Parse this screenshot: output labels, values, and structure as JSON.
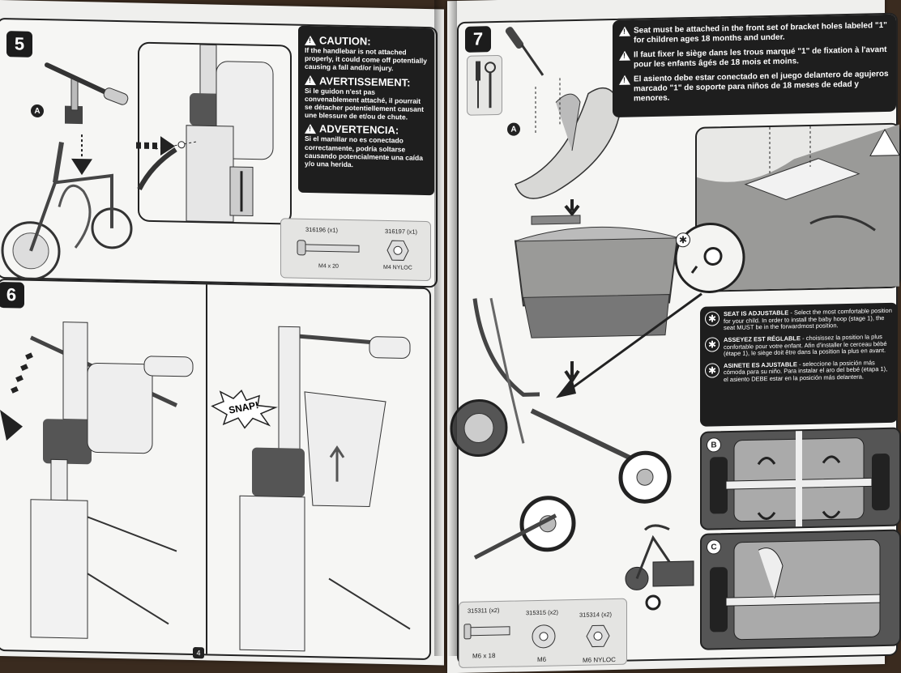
{
  "left": {
    "step5": {
      "number": "5",
      "label_a": "A",
      "caution": {
        "title": "CAUTION:",
        "body": "If the handlebar is not attached properly, it could come off potentially causing a fall and/or injury."
      },
      "avertissement": {
        "title": "AVERTISSEMENT:",
        "body": "Si le guidon n'est pas convenablement attaché, il pourrait se détacher potentiellement causant une blessure de et/ou de chute."
      },
      "advertencia": {
        "title": "ADVERTENCIA:",
        "body": "Si el manillar no es conectado correctamente, podría soltarse causando potencialmente una caída y/o una herida."
      },
      "parts": [
        {
          "code": "316196 (x1)",
          "name": "M4 x 20"
        },
        {
          "code": "316197 (x1)",
          "name": "M4 NYLOC"
        }
      ]
    },
    "step6": {
      "number": "6",
      "snap": "SNAP!"
    },
    "page_number": "4"
  },
  "right": {
    "step7": {
      "number": "7",
      "label_a": "A",
      "warnings": [
        "Seat must be attached in the front set of bracket holes labeled \"1\" for children ages 18 months and under.",
        "Il faut fixer le siège dans les trous marqué \"1\" de fixation à l'avant pour les enfants âgés de 18 mois et moins.",
        "El asiento debe estar conectado en el juego delantero de agujeros marcado \"1\" de soporte para niños de 18 meses de edad y menores."
      ],
      "adjustable": [
        {
          "title": "SEAT IS ADJUSTABLE",
          "body": "- Select the most comfortable position for your child. In order to install the baby hoop (stage 1), the seat MUST be in the forwardmost position."
        },
        {
          "title": "ASSEYEZ EST RÉGLABLE",
          "body": "- choisissez la position la plus confortable pour votre enfant. Afin d'installer le cerceau bébé (étape 1), le siège doit être dans la position la plus en avant."
        },
        {
          "title": "ASINETE ES AJUSTABLE",
          "body": "- seleccione la posición más cómoda para su niño. Para instalar el aro del bebé (etapa 1), el asiento DEBE estar en la posición más delantera."
        }
      ],
      "label_b": "B",
      "label_c": "C",
      "parts": [
        {
          "code": "315311 (x2)",
          "name": "M6 x 18"
        },
        {
          "code": "315315 (x2)",
          "name": "M6"
        },
        {
          "code": "315314 (x2)",
          "name": "M6 NYLOC"
        }
      ]
    }
  },
  "colors": {
    "ink": "#1e1e1e",
    "paper": "#efefed",
    "panel_gray": "#8a8a88"
  }
}
